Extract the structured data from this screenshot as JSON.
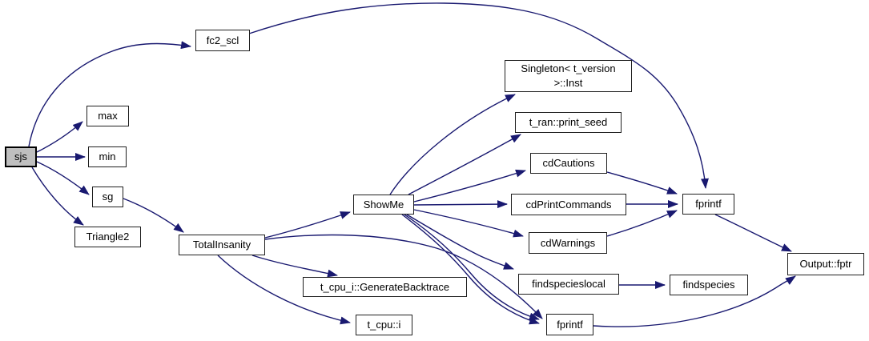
{
  "diagram": {
    "type": "call-graph",
    "root": "sjs",
    "description": "Function call graph for sjs"
  },
  "colors": {
    "edge": "#191970",
    "node_border": "#1f1f1f",
    "node_fill": "#ffffff",
    "root_fill": "#bfbfbf",
    "background": "#ffffff",
    "text": "#000000"
  },
  "nodes": {
    "sjs": "sjs",
    "fc2_scl": "fc2_scl",
    "max": "max",
    "min": "min",
    "sg": "sg",
    "triangle2": "Triangle2",
    "total_insanity": "TotalInsanity",
    "show_me": "ShowMe",
    "singleton_inst": "Singleton< t_version\n>::Inst",
    "print_seed": "t_ran::print_seed",
    "cd_cautions": "cdCautions",
    "cd_print_commands": "cdPrintCommands",
    "cd_warnings": "cdWarnings",
    "findspecieslocal": "findspecieslocal",
    "fprintf_bottom": "fprintf",
    "generate_backtrace": "t_cpu_i::GenerateBacktrace",
    "t_cpu_i": "t_cpu::i",
    "fprintf_right": "fprintf",
    "output_fptr": "Output::fptr",
    "findspecies": "findspecies"
  },
  "edges": [
    {
      "from": "sjs",
      "to": "fc2_scl"
    },
    {
      "from": "sjs",
      "to": "max"
    },
    {
      "from": "sjs",
      "to": "min"
    },
    {
      "from": "sjs",
      "to": "sg"
    },
    {
      "from": "sjs",
      "to": "Triangle2"
    },
    {
      "from": "sg",
      "to": "TotalInsanity"
    },
    {
      "from": "TotalInsanity",
      "to": "ShowMe"
    },
    {
      "from": "TotalInsanity",
      "to": "fprintf (bottom)"
    },
    {
      "from": "TotalInsanity",
      "to": "t_cpu_i::GenerateBacktrace"
    },
    {
      "from": "TotalInsanity",
      "to": "t_cpu::i"
    },
    {
      "from": "ShowMe",
      "to": "Singleton< t_version >::Inst"
    },
    {
      "from": "ShowMe",
      "to": "t_ran::print_seed"
    },
    {
      "from": "ShowMe",
      "to": "cdCautions"
    },
    {
      "from": "ShowMe",
      "to": "cdPrintCommands"
    },
    {
      "from": "ShowMe",
      "to": "cdWarnings"
    },
    {
      "from": "ShowMe",
      "to": "findspecieslocal"
    },
    {
      "from": "ShowMe",
      "to": "fprintf (bottom)"
    },
    {
      "from": "ShowMe",
      "to": "fprintf (bottom)"
    },
    {
      "from": "fc2_scl",
      "to": "fprintf (right)"
    },
    {
      "from": "cdCautions",
      "to": "fprintf (right)"
    },
    {
      "from": "cdPrintCommands",
      "to": "fprintf (right)"
    },
    {
      "from": "cdWarnings",
      "to": "fprintf (right)"
    },
    {
      "from": "findspecieslocal",
      "to": "findspecies"
    },
    {
      "from": "fprintf (right)",
      "to": "Output::fptr"
    },
    {
      "from": "fprintf (bottom)",
      "to": "Output::fptr"
    }
  ]
}
